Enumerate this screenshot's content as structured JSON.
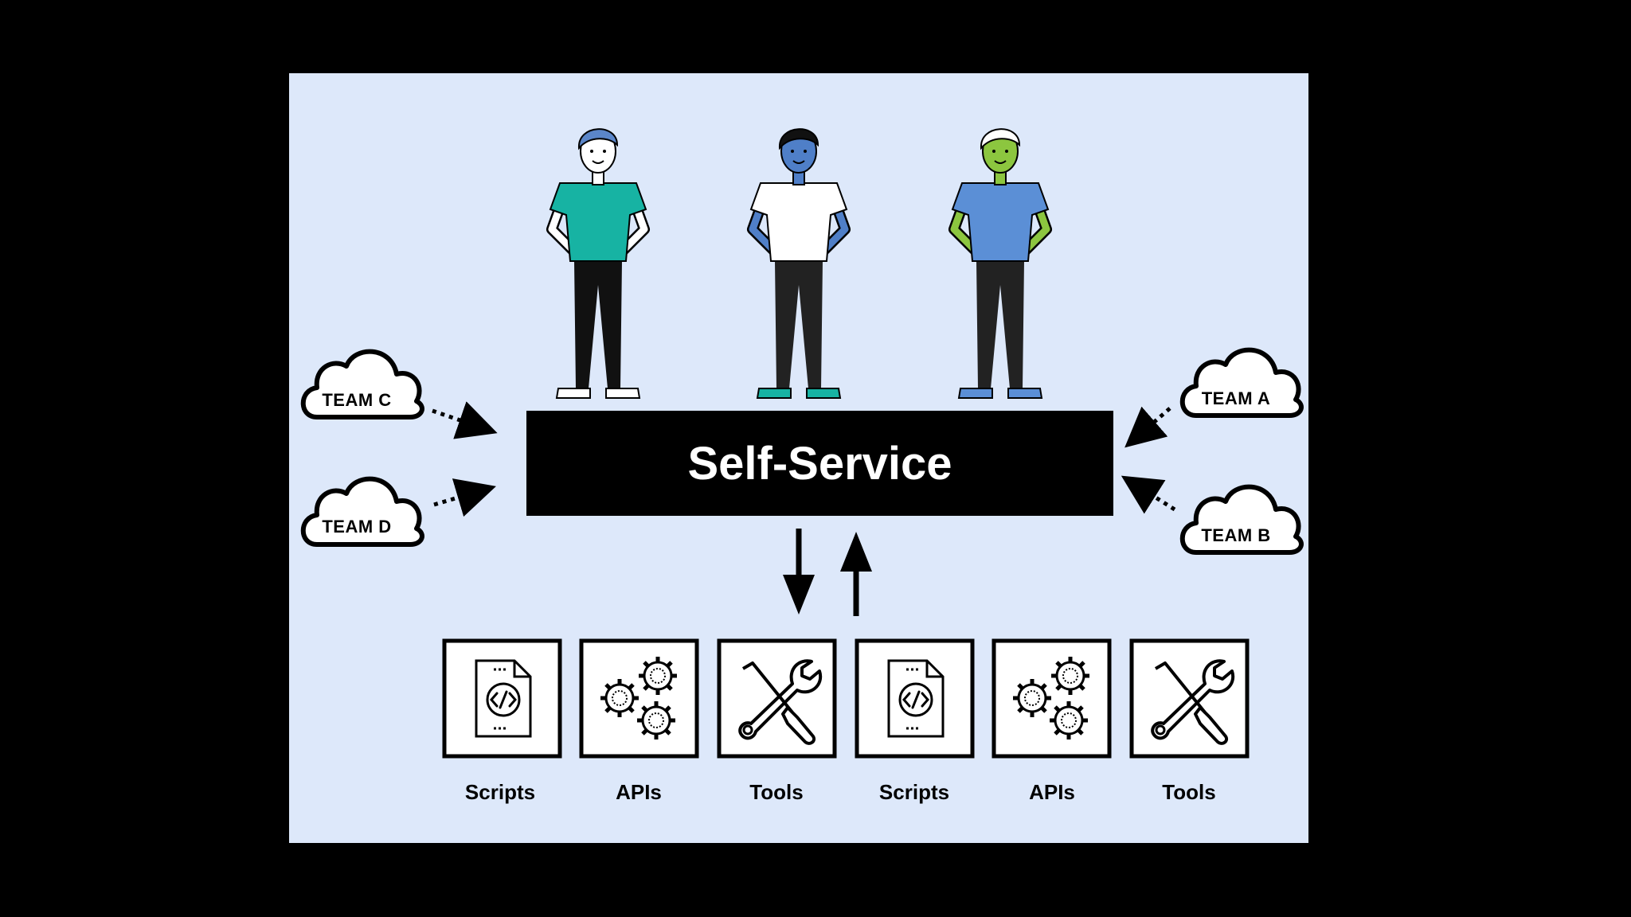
{
  "center": {
    "label": "Self-Service"
  },
  "teams": [
    {
      "id": "team-c",
      "label": "TEAM C",
      "side": "left"
    },
    {
      "id": "team-d",
      "label": "TEAM D",
      "side": "left"
    },
    {
      "id": "team-a",
      "label": "TEAM A",
      "side": "right"
    },
    {
      "id": "team-b",
      "label": "TEAM B",
      "side": "right"
    }
  ],
  "resources": [
    {
      "label": "Scripts",
      "icon": "script-file-icon"
    },
    {
      "label": "APIs",
      "icon": "gears-icon"
    },
    {
      "label": "Tools",
      "icon": "wrench-screwdriver-icon"
    },
    {
      "label": "Scripts",
      "icon": "script-file-icon"
    },
    {
      "label": "APIs",
      "icon": "gears-icon"
    },
    {
      "label": "Tools",
      "icon": "wrench-screwdriver-icon"
    }
  ],
  "people": [
    {
      "id": "person-1",
      "shirt": "#17b3a3",
      "skin": "#ffffff",
      "hair": "#5b86c9",
      "pants": "#111111",
      "shoes": "#ffffff"
    },
    {
      "id": "person-2",
      "shirt": "#ffffff",
      "skin": "#4f7fc8",
      "hair": "#111111",
      "pants": "#222222",
      "shoes": "#17b3a3"
    },
    {
      "id": "person-3",
      "shirt": "#5b8fd6",
      "skin": "#8cc63f",
      "hair": "#ffffff",
      "pants": "#222222",
      "shoes": "#5b8fd6"
    }
  ],
  "colors": {
    "background": "#dde8fa",
    "ink": "#000000",
    "frame": "#000000"
  }
}
